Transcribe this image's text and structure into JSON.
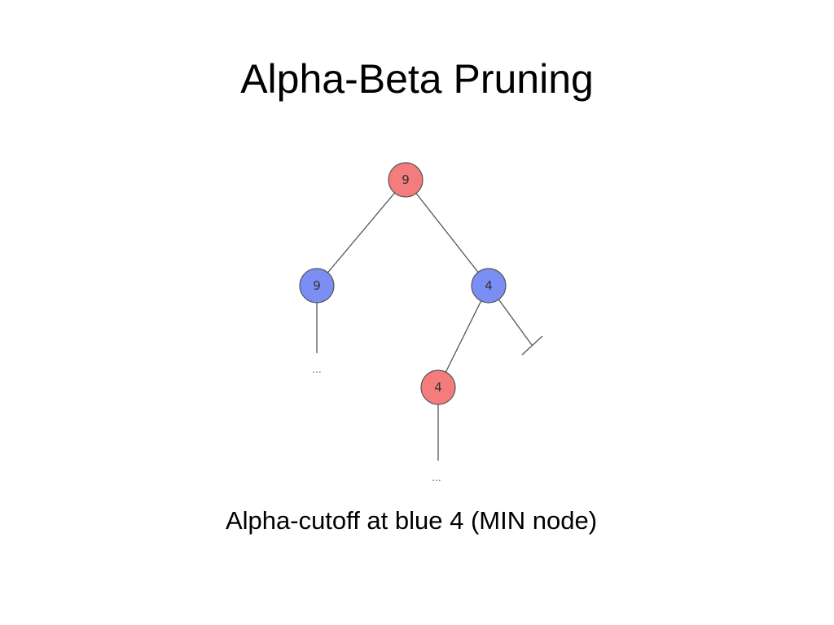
{
  "slide": {
    "title": "Alpha-Beta Pruning",
    "caption": "Alpha-cutoff at blue 4 (MIN node)"
  },
  "tree": {
    "colors": {
      "max_node": "#f47c7c",
      "min_node": "#7b8ef4",
      "edge": "#555555"
    },
    "nodes": [
      {
        "id": "root",
        "label": "9",
        "kind": "max"
      },
      {
        "id": "left-min",
        "label": "9",
        "kind": "min"
      },
      {
        "id": "right-min",
        "label": "4",
        "kind": "min"
      },
      {
        "id": "right-max-child",
        "label": "4",
        "kind": "max"
      }
    ],
    "ellipses": [
      "...",
      "..."
    ]
  }
}
